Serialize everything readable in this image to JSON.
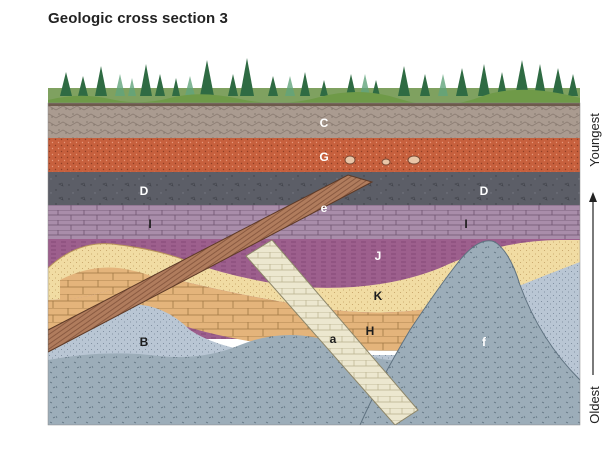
{
  "title": "Geologic cross section 3",
  "layers": {
    "C": "C",
    "G": "G",
    "D_left": "D",
    "D_right": "D",
    "e": "e",
    "I_left": "I",
    "I_right": "I",
    "J": "J",
    "K": "K",
    "H": "H",
    "a": "a",
    "B": "B",
    "f": "f"
  },
  "time_axis": {
    "top_label": "Youngest",
    "bottom_label": "Oldest"
  },
  "colors": {
    "soil": "#a39489",
    "C_layer": "#b4a79d",
    "G_layer": "#c2613f",
    "D_layer": "#5b5d66",
    "I_layer": "#a58aa6",
    "J_layer": "#9c5f8c",
    "K_layer": "#f0d9a0",
    "H_layer": "#e4b47a",
    "B_layer": "#b7c4d2",
    "f_intrusion": "#9aacb8",
    "a_dike": "#e9e4cc",
    "e_dike": "#a9785a",
    "tree": "#2f6b43",
    "grass": "#6f9a48"
  }
}
